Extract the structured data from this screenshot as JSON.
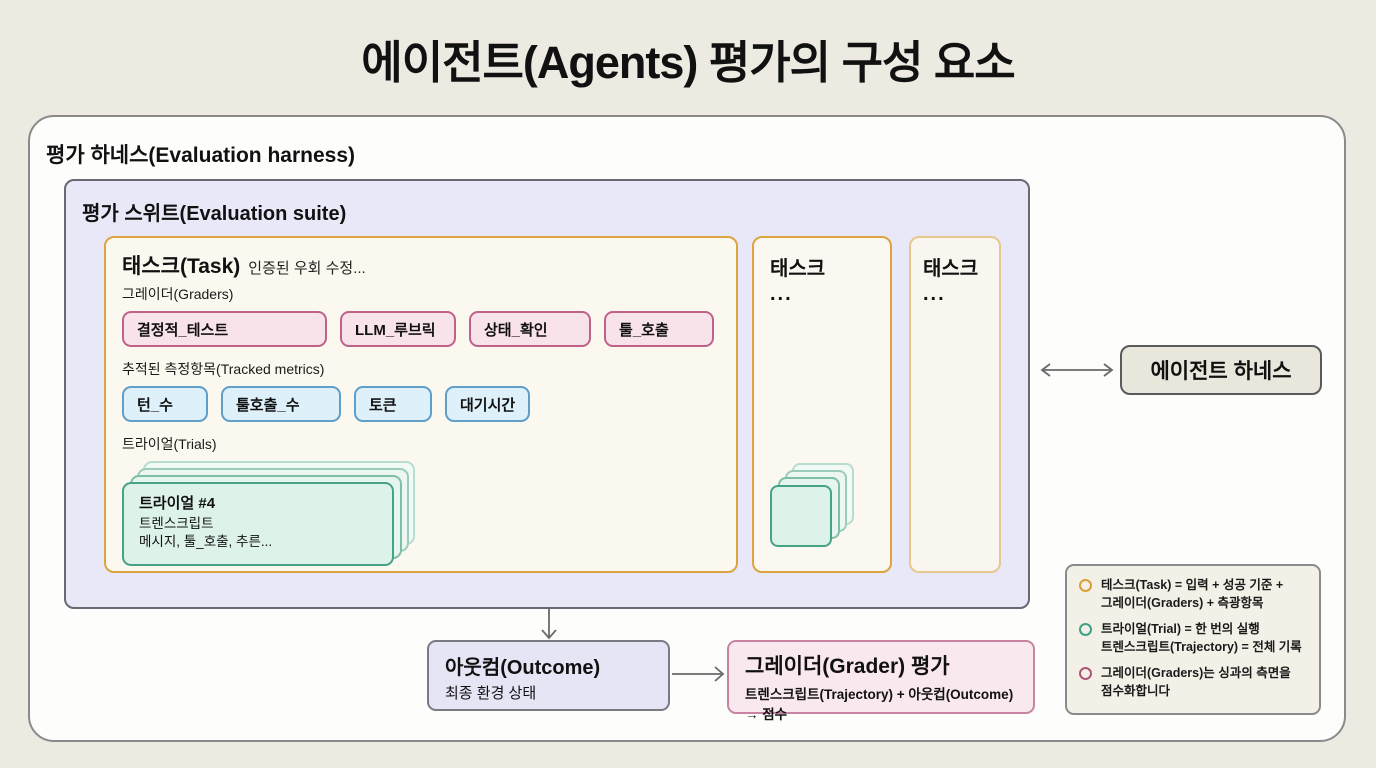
{
  "title": "에이전트(Agents) 평가의 구성 요소",
  "harness": {
    "label": "평가 하네스(Evaluation harness)",
    "suite": {
      "label": "평가 스위트(Evaluation suite)",
      "task_main": {
        "title": "태스크(Task)",
        "subtitle": "인증된 우회 수정...",
        "graders_label": "그레이더(Graders)",
        "graders": [
          "결정적_테스트",
          "LLM_루브릭",
          "상태_확인",
          "툴_호출"
        ],
        "metrics_label": "추적된 측정항목(Tracked metrics)",
        "metrics": [
          "턴_수",
          "툴호출_수",
          "토큰",
          "대기시간"
        ],
        "trials_label": "트라이얼(Trials)",
        "trial_card": {
          "title": "트라이얼 #4",
          "line1": "트렌스크립트",
          "line2": "메시지, 툴_호출, 추른..."
        }
      },
      "task_2": {
        "title": "태스크",
        "ellipsis": "..."
      },
      "task_3": {
        "title": "태스크",
        "ellipsis": "..."
      }
    }
  },
  "agent_harness": {
    "label": "에이전트 하네스"
  },
  "outcome": {
    "title": "아웃컴(Outcome)",
    "subtitle": "최종 환경 상태"
  },
  "grader_eval": {
    "title": "그레이더(Grader) 평가",
    "subtitle": "트렌스크립트(Trajectory) + 아웃컵(Outcome) → 점수"
  },
  "legend": {
    "items": [
      {
        "color": "#d99f35",
        "line1": "테스크(Task) = 입력 + 성공 기준 +",
        "line2": "그레이더(Graders) + 측광항목"
      },
      {
        "color": "#3fa183",
        "line1": "트라이얼(Trial) = 한 번의 실행",
        "line2": "트렌스크립트(Trajectory) = 전체 기록"
      },
      {
        "color": "#b05578",
        "line1": "그레이더(Graders)는 싱과의 측면을",
        "line2": "점수화합니다"
      }
    ]
  },
  "colors": {
    "page_bg": "#edeae2",
    "harness_border": "#8a8a8a",
    "suite_bg": "#e8e8f8",
    "task_border": "#dca43e",
    "grader_chip_bg": "#f9e3eb",
    "grader_chip_border": "#c06287",
    "metric_chip_bg": "#def0f9",
    "metric_chip_border": "#5d9fc9",
    "trial_card_bg": "#ddf2e9",
    "trial_card_border": "#46a388",
    "agent_box_bg": "#e9e7dc",
    "outcome_bg": "#e5e5f6",
    "grader_eval_bg": "#fae8ef",
    "grader_eval_border": "#c684a2",
    "arrow": "#6a6a6a"
  }
}
